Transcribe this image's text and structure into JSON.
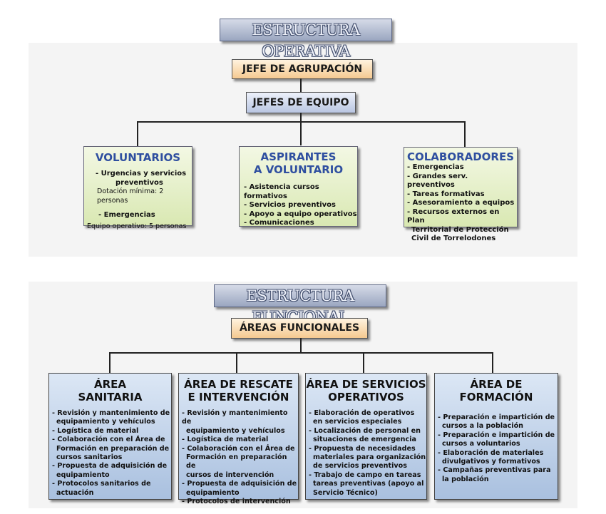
{
  "operativa": {
    "banner": "ESTRUCTURA OPERATIVA",
    "jefe_agrupacion": "JEFE DE AGRUPACIÓN",
    "jefes_equipo": "JEFES DE EQUIPO",
    "voluntarios": {
      "title": "VOLUNTARIOS",
      "lines": [
        "- Urgencias y servicios",
        "preventivos",
        "Dotación mínima: 2 personas",
        "- Emergencias",
        "Equipo operativo: 5 personas"
      ]
    },
    "aspirantes": {
      "title_line1": "ASPIRANTES",
      "title_line2": "A VOLUNTARIO",
      "items": [
        "- Asistencia cursos formativos",
        "- Servicios preventivos",
        "- Apoyo a equipo operativos",
        "- Comunicaciones"
      ]
    },
    "colaboradores": {
      "title": "COLABORADORES",
      "items": [
        "- Emergencias",
        "- Grandes serv. preventivos",
        "- Tareas formativas",
        "- Asesoramiento a equipos",
        "- Recursos externos en Plan",
        "Territorial de Protección",
        "Civil de Torrelodones"
      ]
    }
  },
  "funcional": {
    "banner": "ESTRUCTURA FUNCIONAL",
    "areas_funcionales": "ÁREAS FUNCIONALES",
    "areas": [
      {
        "title_line1": "ÁREA",
        "title_line2": "SANITARIA",
        "items": [
          "- Revisión y mantenimiento de",
          "equipamiento y vehículos",
          "- Logística de material",
          "- Colaboración con el Área de",
          "Formación en preparación de",
          "cursos sanitarios",
          "- Propuesta de adquisición de",
          "equipamiento",
          "- Protocolos sanitarios de",
          "actuación"
        ]
      },
      {
        "title_line1": "ÁREA DE RESCATE",
        "title_line2": "E INTERVENCIÓN",
        "items": [
          "- Revisión y mantenimiento de",
          "equipamiento y vehículos",
          "- Logística de material",
          "- Colaboración con el Área de",
          "Formación en preparación de",
          "cursos de intervención",
          "- Propuesta de adquisición de",
          "equipamiento",
          "- Protocolos de intervención"
        ]
      },
      {
        "title_line1": "ÁREA DE SERVICIOS",
        "title_line2": "OPERATIVOS",
        "items": [
          "- Elaboración de operativos",
          "en servicios especiales",
          "- Localización de personal en",
          "situaciones de emergencia",
          "- Propuesta de necesidades",
          "materiales para organización",
          "de servicios preventivos",
          "- Trabajo de campo en tareas",
          "tareas preventivas (apoyo al",
          "Servicio Técnico)"
        ]
      },
      {
        "title_line1": "ÁREA DE",
        "title_line2": "FORMACIÓN",
        "items": [
          "- Preparación e impartición de",
          "cursos a la población",
          "- Preparación e impartición de",
          "cursos a voluntarios",
          "- Elaboración de materiales",
          "divulgativos y formativos",
          "- Campañas preventivas para",
          "la población"
        ]
      }
    ]
  }
}
